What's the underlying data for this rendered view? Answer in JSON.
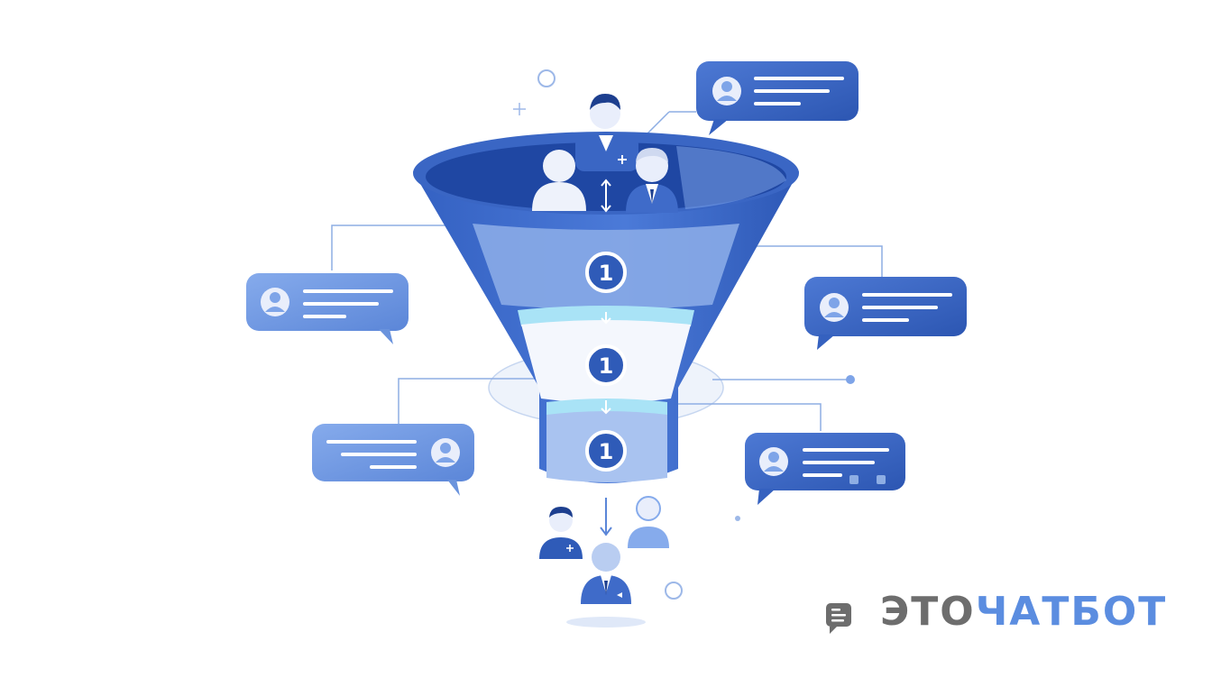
{
  "funnel": {
    "stages": [
      {
        "label": "1"
      },
      {
        "label": "1"
      },
      {
        "label": "1"
      }
    ]
  },
  "brand": {
    "part1": "ЭТО",
    "part2": "ЧАТБОТ",
    "accent_color": "#5b8de0",
    "icon": "chat-bot-icon"
  },
  "colors": {
    "funnel_dark": "#2f5bb8",
    "funnel_mid": "#4a79d6",
    "bubble_dark": "#3a66c4",
    "bubble_light": "#7ea4e8",
    "text_gray": "#6d6d6d"
  }
}
